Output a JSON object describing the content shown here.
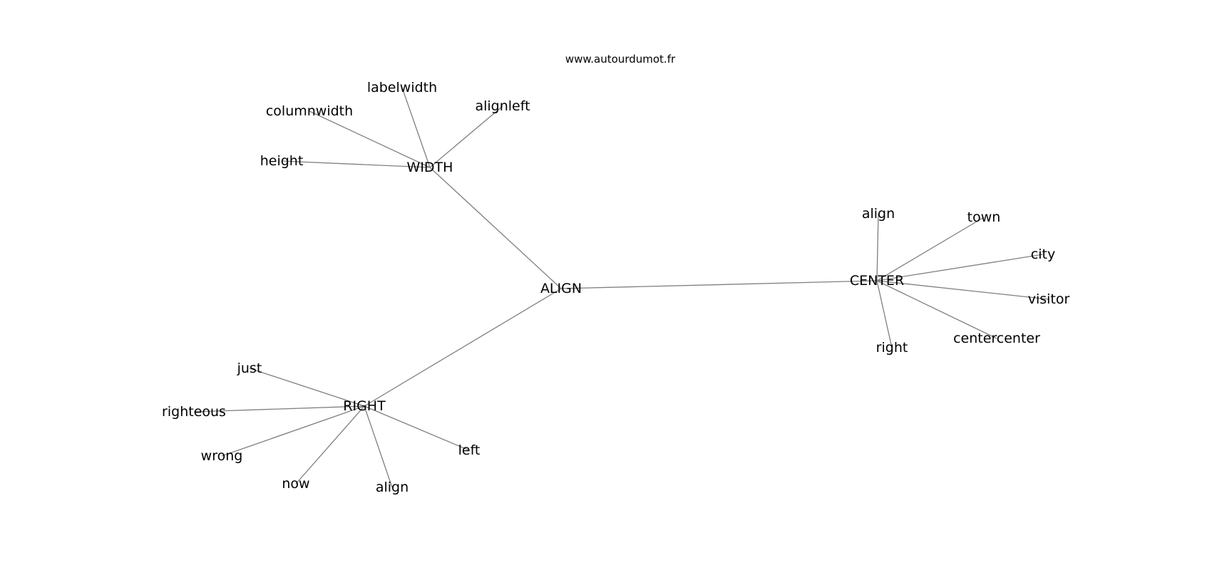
{
  "watermark": "www.autourdumot.fr",
  "style": {
    "edge_color": "#7f7f7f",
    "label_color": "#000000",
    "background": "#ffffff"
  },
  "graph": {
    "nodes": [
      {
        "id": "align-root",
        "label": "ALIGN"
      },
      {
        "id": "width",
        "label": "WIDTH"
      },
      {
        "id": "center",
        "label": "CENTER"
      },
      {
        "id": "right-hub",
        "label": "RIGHT"
      },
      {
        "id": "labelwidth",
        "label": "labelwidth"
      },
      {
        "id": "alignleft",
        "label": "alignleft"
      },
      {
        "id": "columnwidth",
        "label": "columnwidth"
      },
      {
        "id": "height",
        "label": "height"
      },
      {
        "id": "align-c",
        "label": "align"
      },
      {
        "id": "town",
        "label": "town"
      },
      {
        "id": "city",
        "label": "city"
      },
      {
        "id": "visitor",
        "label": "visitor"
      },
      {
        "id": "centercenter",
        "label": "centercenter"
      },
      {
        "id": "right-c",
        "label": "right"
      },
      {
        "id": "just",
        "label": "just"
      },
      {
        "id": "righteous",
        "label": "righteous"
      },
      {
        "id": "wrong",
        "label": "wrong"
      },
      {
        "id": "now",
        "label": "now"
      },
      {
        "id": "align-r",
        "label": "align"
      },
      {
        "id": "left",
        "label": "left"
      }
    ],
    "edges": [
      [
        "align-root",
        "width"
      ],
      [
        "align-root",
        "center"
      ],
      [
        "align-root",
        "right-hub"
      ],
      [
        "width",
        "labelwidth"
      ],
      [
        "width",
        "alignleft"
      ],
      [
        "width",
        "columnwidth"
      ],
      [
        "width",
        "height"
      ],
      [
        "center",
        "align-c"
      ],
      [
        "center",
        "town"
      ],
      [
        "center",
        "city"
      ],
      [
        "center",
        "visitor"
      ],
      [
        "center",
        "centercenter"
      ],
      [
        "center",
        "right-c"
      ],
      [
        "right-hub",
        "just"
      ],
      [
        "right-hub",
        "righteous"
      ],
      [
        "right-hub",
        "wrong"
      ],
      [
        "right-hub",
        "now"
      ],
      [
        "right-hub",
        "align-r"
      ],
      [
        "right-hub",
        "left"
      ]
    ]
  }
}
